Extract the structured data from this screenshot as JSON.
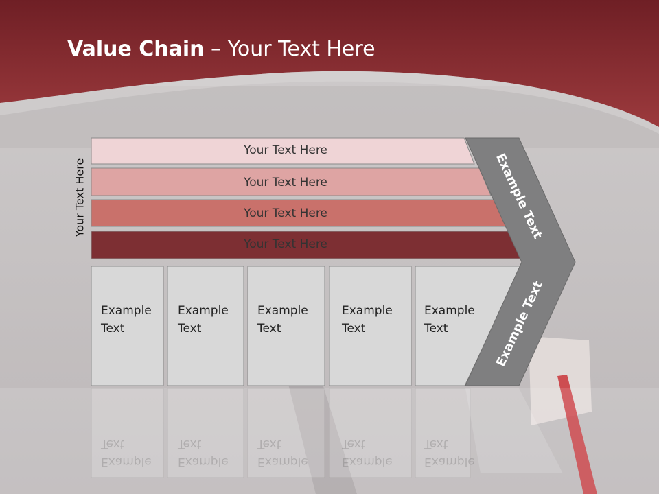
{
  "slide": {
    "title_bold": "Value Chain",
    "title_rest": " – Your Text Here",
    "side_label": "Your Text Here"
  },
  "rows": [
    {
      "label": "Your Text Here",
      "color": "#efd4d6"
    },
    {
      "label": "Your Text Here",
      "color": "#dea4a3"
    },
    {
      "label": "Your Text Here",
      "color": "#c9716b"
    },
    {
      "label": "Your Text Here",
      "color": "#7d2f33"
    }
  ],
  "cards": [
    {
      "line1": "Example",
      "line2": "Text"
    },
    {
      "line1": "Example",
      "line2": "Text"
    },
    {
      "line1": "Example",
      "line2": "Text"
    },
    {
      "line1": "Example",
      "line2": "Text"
    },
    {
      "line1": "Example",
      "line2": "Text"
    }
  ],
  "chevron": {
    "upper_label": "Example Text",
    "lower_label": "Example Text",
    "color": "#7f7f80"
  },
  "colors": {
    "header": "#8e2f33",
    "card": "#d8d8d8"
  }
}
